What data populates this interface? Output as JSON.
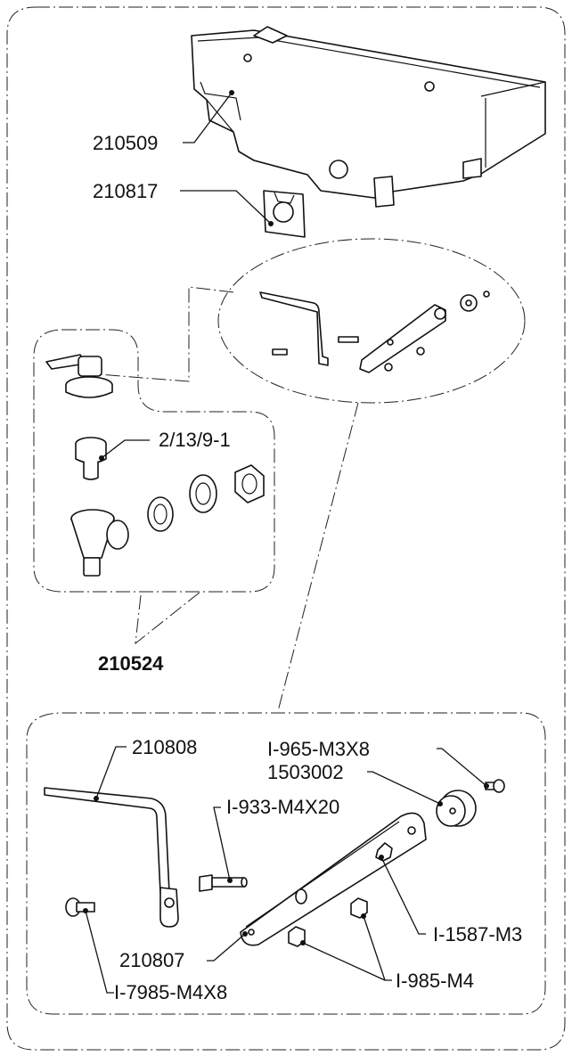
{
  "labels": {
    "tray": "210509",
    "bracket_plate": "210817",
    "faucet_assembly": "210524",
    "tap_insert": "2/13/9-1",
    "rod": "210808",
    "screw_m3x8": "I-965-M3X8",
    "knob": "1503002",
    "bolt_m4x20": "I-933-M4X20",
    "nut_m3": "I-1587-M3",
    "lever": "210807",
    "nut_m4": "I-985-M4",
    "screw_m4x8": "I-7985-M4X8"
  }
}
